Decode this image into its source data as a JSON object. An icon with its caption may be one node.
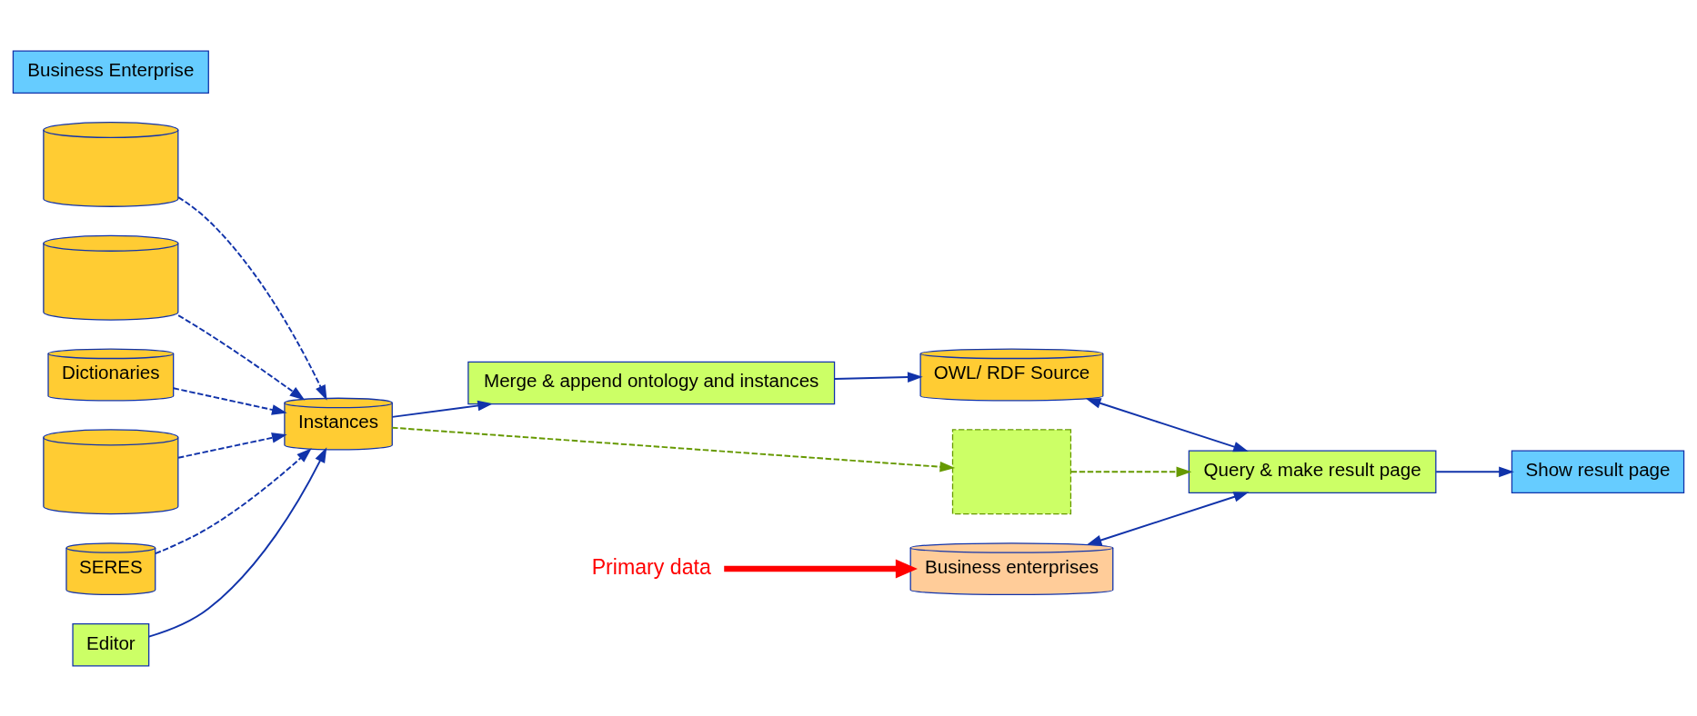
{
  "diagram": {
    "nodes": [
      {
        "text": [],
        "shape": "cylinder"
      },
      {
        "text": [],
        "shape": "cylinder"
      },
      {
        "text": [
          "Dictionaries"
        ]
      },
      {
        "text": [],
        "shape": "cylinder"
      },
      {
        "text": [
          "SERES"
        ]
      },
      {
        "text": [
          "Merge & append ontology and instances"
        ]
      },
      {
        "text": [
          "OWL/ RDF Source"
        ]
      },
      {
        "text": [
          "Query & make result page"
        ]
      },
      {
        "text": [
          "Business Enterprise"
        ]
      },
      {
        "text": [
          "Instances"
        ]
      },
      {
        "text": [
          "Business enterprises"
        ]
      },
      {
        "text": [
          "Show result page"
        ]
      },
      {
        "text": [
          "Editor"
        ]
      },
      {
        "text": [],
        "shape": "box"
      },
      {
        "text": [
          "Primary data"
        ]
      }
    ],
    "edges": [
      {
        "from": 0,
        "to": 9,
        "arrow": "to",
        "style": "dashed"
      },
      {
        "from": 1,
        "to": 9,
        "arrow": "to",
        "style": "dashed"
      },
      {
        "from": 2,
        "to": 9,
        "arrow": "to",
        "style": "dashed"
      },
      {
        "from": 3,
        "to": 9,
        "arrow": "to",
        "style": "dashed"
      },
      {
        "from": 4,
        "to": 9,
        "arrow": "to",
        "style": "dashed"
      },
      {
        "from": 9,
        "to": 5,
        "arrow": "to"
      },
      {
        "from": 5,
        "to": 6,
        "arrow": "to"
      },
      {
        "from": 6,
        "to": 7,
        "arrow": "both"
      },
      {
        "from": 10,
        "to": 7,
        "arrow": "both"
      },
      {
        "from": 7,
        "to": 11,
        "arrow": "to"
      },
      {
        "from": 12,
        "to": 9,
        "arrow": "to"
      },
      {
        "from": 9,
        "to": 13,
        "arrow": "to",
        "style": "dashed",
        "color": "#669900"
      },
      {
        "from": 13,
        "to": 7,
        "arrow": "to",
        "style": "dashed",
        "color": "#669900"
      },
      {
        "from": 14,
        "to": 10,
        "arrow": "to",
        "style": "thick",
        "color": "#ff0000"
      }
    ]
  }
}
